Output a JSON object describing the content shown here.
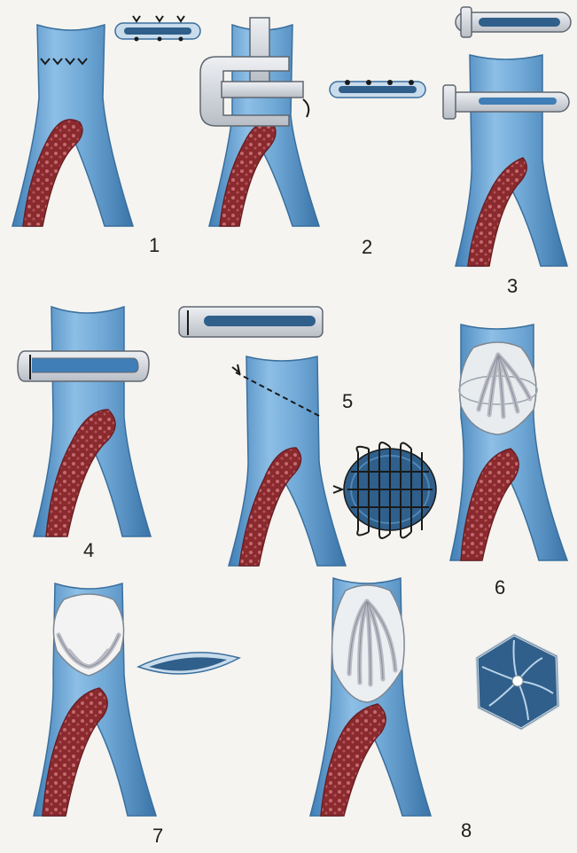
{
  "figure": {
    "background": "#f5f4f0",
    "colors": {
      "vein_fill": "#6fa8d6",
      "vein_highlight": "#a9d0ee",
      "vein_shadow": "#3f7eb6",
      "thrombus": "#8a2a2e",
      "thrombus_light": "#c46a6e",
      "clip_fill": "#d9dde2",
      "clip_stroke": "#5f6670",
      "suture": "#1a1a1a",
      "filter_wire": "#b9b9c4",
      "button_dark": "#2f5f8a"
    },
    "panels": [
      {
        "id": 1,
        "label": "1",
        "method": "suture-plication"
      },
      {
        "id": 2,
        "label": "2",
        "method": "external-clamp"
      },
      {
        "id": 3,
        "label": "3",
        "method": "serrated-clip"
      },
      {
        "id": 4,
        "label": "4",
        "method": "smooth-clip"
      },
      {
        "id": 5,
        "label": "5",
        "method": "mattress-suture"
      },
      {
        "id": 6,
        "label": "6",
        "method": "intraluminal-umbrella"
      },
      {
        "id": 7,
        "label": "7",
        "method": "balloon-occlusion"
      },
      {
        "id": 8,
        "label": "8",
        "method": "cone-filter"
      }
    ]
  }
}
